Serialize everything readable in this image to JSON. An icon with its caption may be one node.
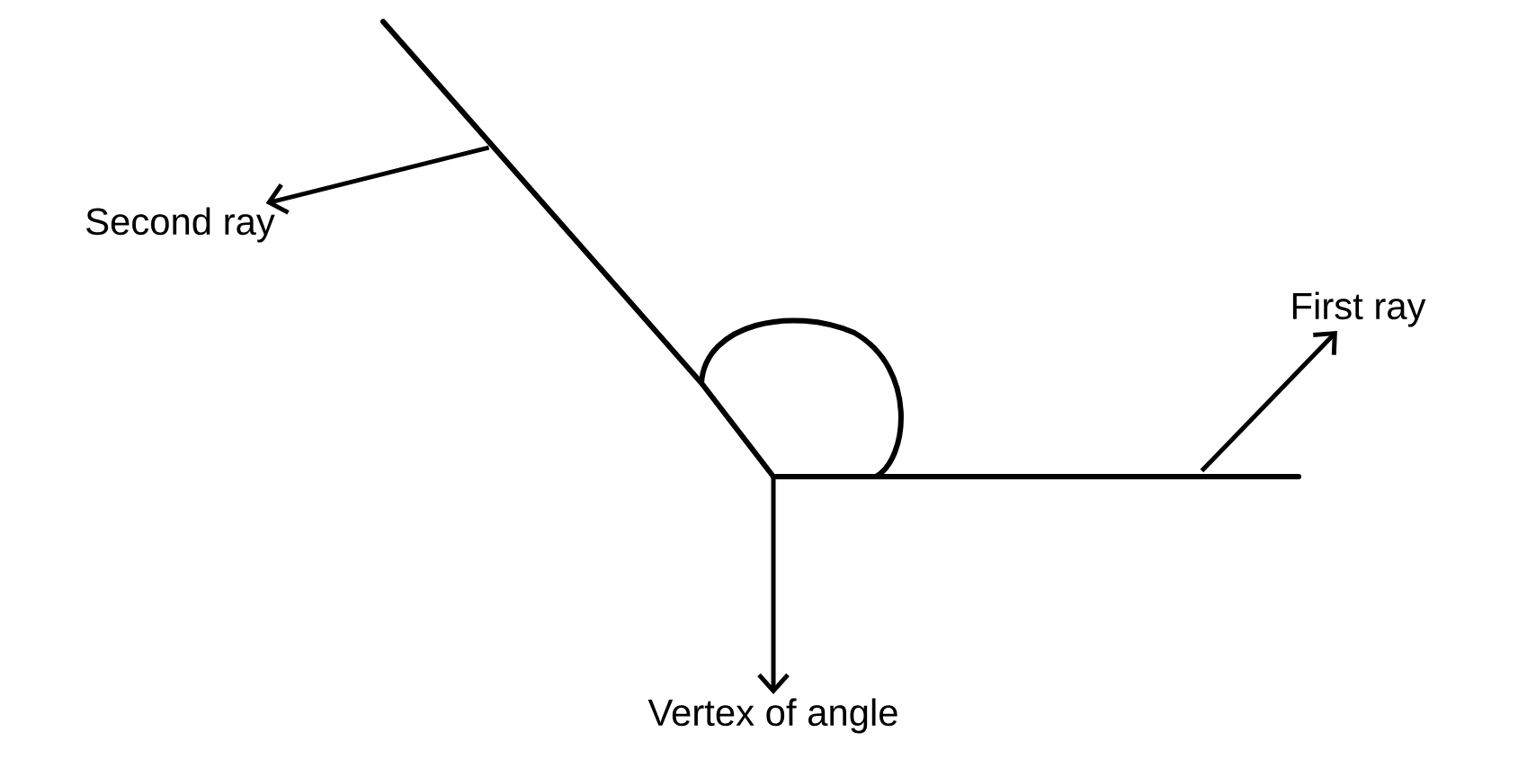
{
  "diagram": {
    "nodes": [
      {
        "text": [
          "Second ray"
        ]
      },
      {
        "text": [],
        "shape": "line"
      },
      {
        "text": [
          "First ray"
        ]
      },
      {
        "text": [],
        "shape": "line"
      },
      {
        "text": [
          "Vertex of angle"
        ]
      }
    ],
    "edges": [
      {
        "from": 1,
        "to": 0,
        "arrow": "to"
      },
      {
        "from": 3,
        "to": 2,
        "arrow": "to"
      },
      {
        "from": 3,
        "to": 4,
        "arrow": "to"
      }
    ]
  }
}
